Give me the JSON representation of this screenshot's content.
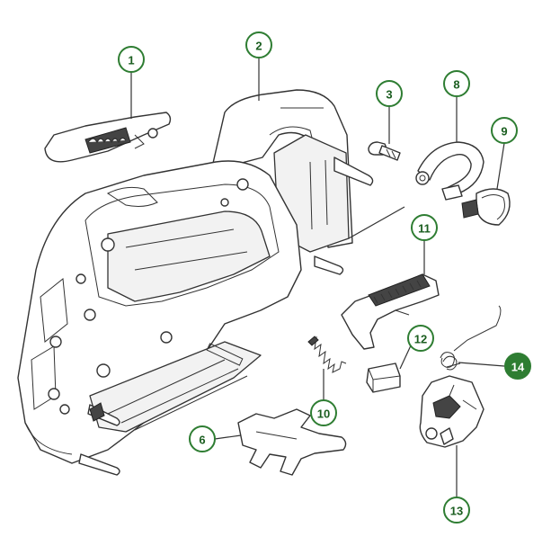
{
  "colors": {
    "callout_outline": "#2e7d32",
    "callout_highlight_fill": "#2e7d32",
    "line_art": "#333333",
    "background": "#ffffff"
  },
  "callouts": [
    {
      "label": "1",
      "highlighted": false
    },
    {
      "label": "2",
      "highlighted": false
    },
    {
      "label": "3",
      "highlighted": false
    },
    {
      "label": "8",
      "highlighted": false
    },
    {
      "label": "9",
      "highlighted": false
    },
    {
      "label": "11",
      "highlighted": false
    },
    {
      "label": "12",
      "highlighted": false
    },
    {
      "label": "14",
      "highlighted": true
    },
    {
      "label": "10",
      "highlighted": false
    },
    {
      "label": "6",
      "highlighted": false
    },
    {
      "label": "13",
      "highlighted": false
    }
  ]
}
